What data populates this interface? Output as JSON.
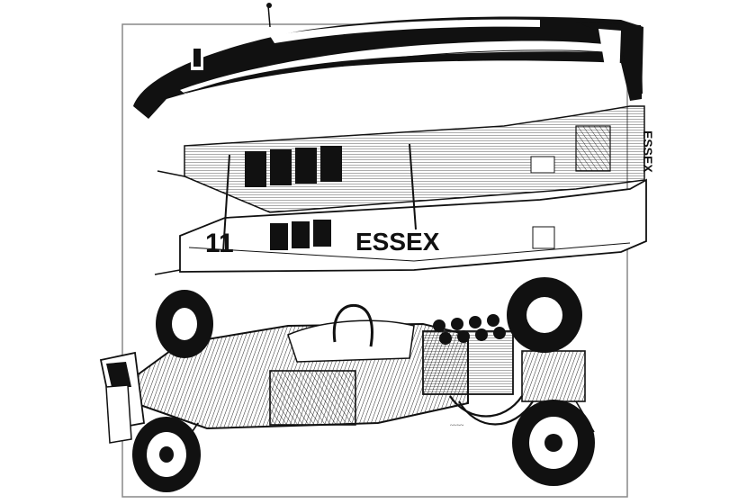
{
  "illustration": {
    "subject": "exploded cutaway drawing of a racing car",
    "colors": {
      "ink": "#111111",
      "paper": "#ffffff",
      "frame": "#888888"
    }
  },
  "livery": {
    "car_number": "11",
    "sponsor_side": "ESSEX",
    "sponsor_top": "ESSEX"
  }
}
